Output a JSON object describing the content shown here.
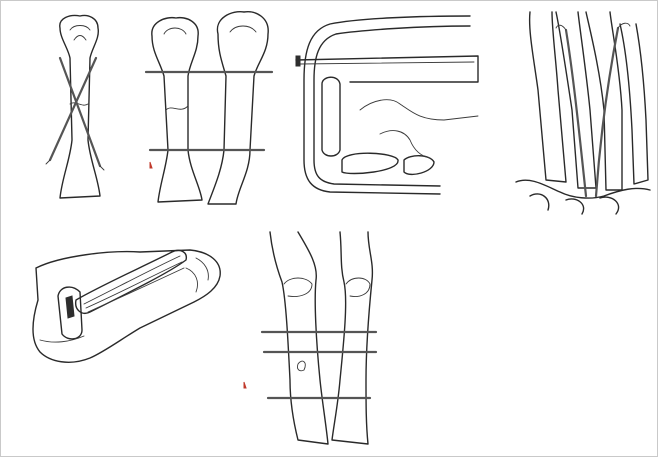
{
  "figure": {
    "panels": [
      {
        "id": "crossed-k-wires-metacarpal"
      },
      {
        "id": "transverse-pins-two-metacarpals"
      },
      {
        "id": "finger-splint-side-view"
      },
      {
        "id": "hand-skeleton-longitudinal-wires"
      },
      {
        "id": "thumb-cast-with-wires"
      },
      {
        "id": "transverse-pins-forearm-bones"
      }
    ],
    "colors": {
      "ink": "#2a2a2a",
      "marker": "#c0392b",
      "background": "#ffffff"
    }
  }
}
